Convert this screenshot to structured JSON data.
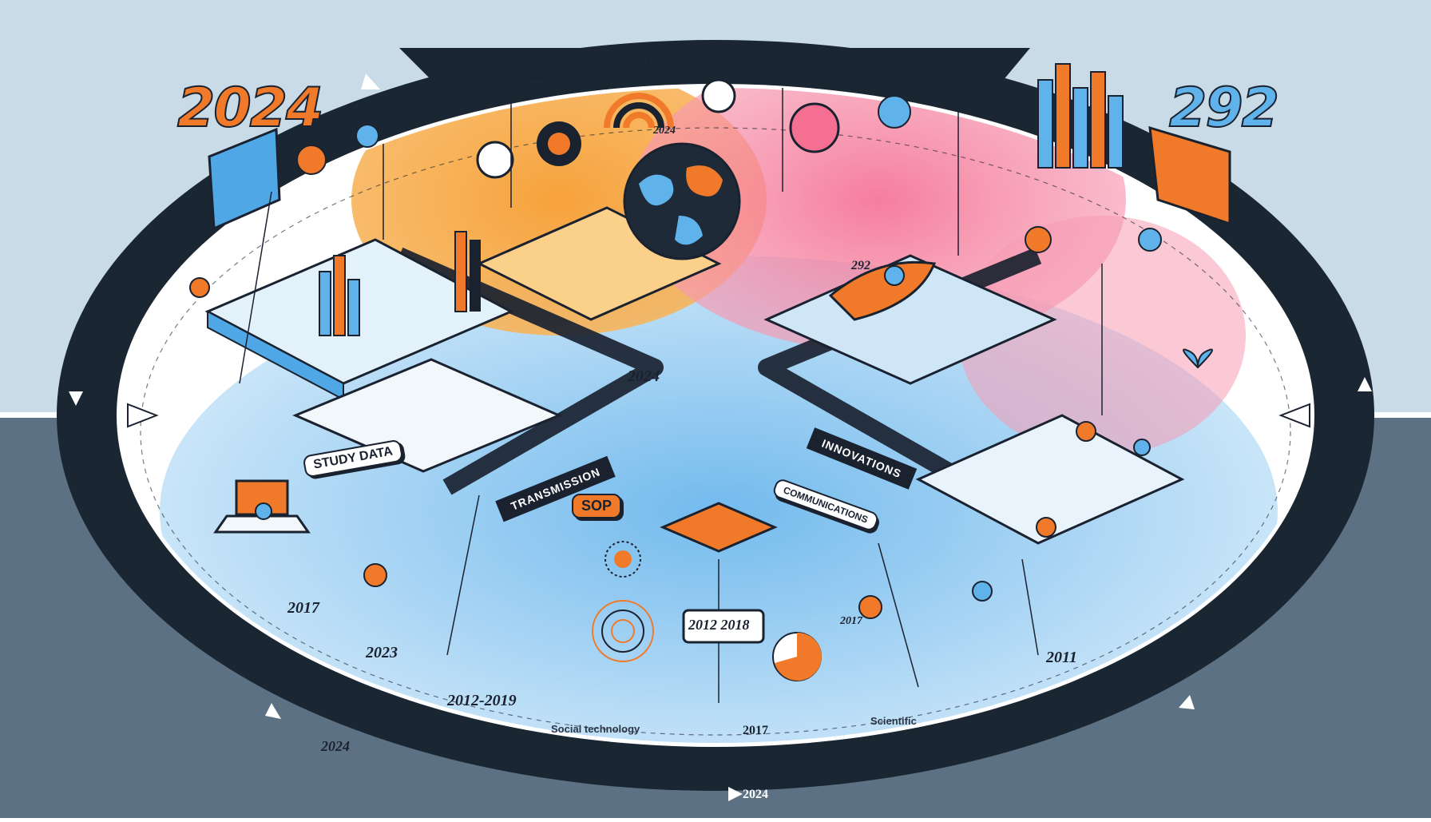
{
  "colors": {
    "sky": "#c9dbe7",
    "ground": "#5c7284",
    "ring": "#1b2633",
    "orange": "#f07a2a",
    "pink": "#f27a9a",
    "blue": "#5fb2ea",
    "navy": "#1a2230",
    "white": "#ffffff"
  },
  "corner_years": {
    "left": "2024",
    "right": "292"
  },
  "top_label": "Primary technologies",
  "arc_years": {
    "bottom_center": "2024",
    "bottom_left": "2024",
    "mid_left": "2017",
    "lower_left": "2023",
    "lower_left2": "2012-2019",
    "center_box": "2012 2018",
    "center": "2017",
    "right_small": "2017",
    "right": "2011",
    "hub": "2024",
    "top_small": "2024",
    "top_right_small": "292",
    "top_left_small": "3000"
  },
  "section_tags": {
    "left_band": "TRANSMISSION",
    "right_band": "INNOVATIONS",
    "right_sub": "COMMUNICATIONS",
    "left_block": "STUDY DATA",
    "chip": "SOP"
  },
  "captions": {
    "bottom_left": "Social technology",
    "bottom_right": "Scientific"
  },
  "icons": [
    "globe-icon",
    "satellite-dish-icon",
    "bar-chart-icon",
    "rocket-icon",
    "laptop-icon",
    "monitor-icon",
    "butterfly-icon",
    "pie-chart-icon",
    "radar-icon",
    "pin-icon"
  ]
}
